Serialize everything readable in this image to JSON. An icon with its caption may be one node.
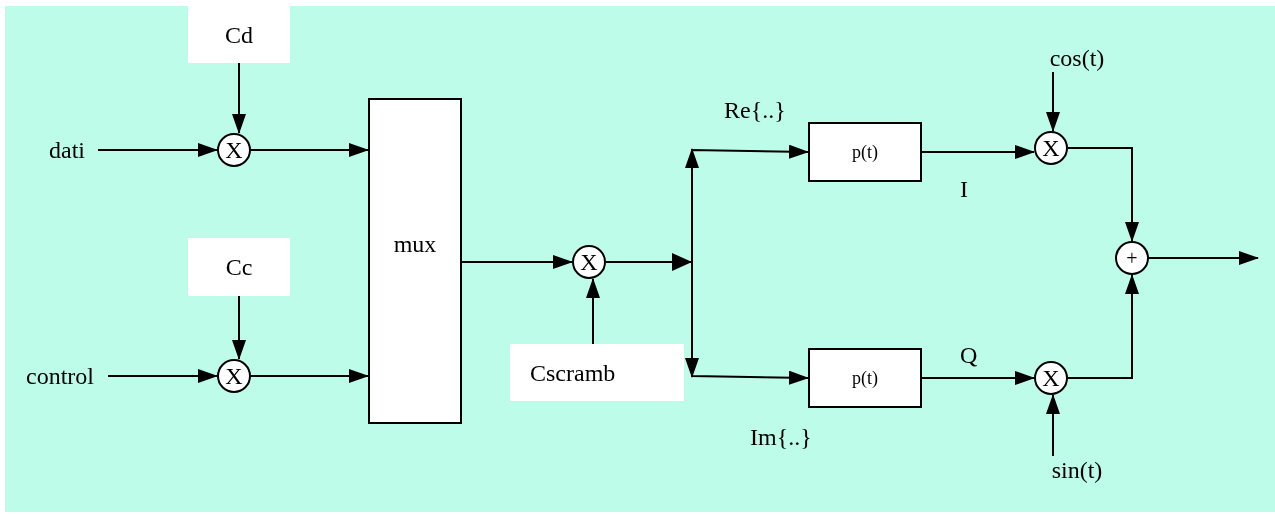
{
  "diagram": {
    "nodes": [
      {
        "text": [
          "Cd"
        ]
      },
      {
        "text": [
          "dati"
        ]
      },
      {
        "text": [
          "X"
        ]
      },
      {
        "text": [
          "Cc"
        ]
      },
      {
        "text": [
          "control"
        ]
      },
      {
        "text": [
          "X"
        ]
      },
      {
        "text": [
          "mux"
        ]
      },
      {
        "text": [
          "X"
        ]
      },
      {
        "text": [
          "Cscramb"
        ]
      },
      {
        "text": [
          "p(t)"
        ]
      },
      {
        "text": [
          "p(t)"
        ]
      },
      {
        "text": [
          "cos(t)"
        ]
      },
      {
        "text": [
          "X"
        ]
      },
      {
        "text": [
          "sin(t)"
        ]
      },
      {
        "text": [
          "X"
        ]
      },
      {
        "text": [
          "+"
        ]
      }
    ],
    "edges": [
      {
        "from": 0,
        "to": 2,
        "arrow": "to"
      },
      {
        "from": 1,
        "to": 2,
        "arrow": "to"
      },
      {
        "from": 3,
        "to": 5,
        "arrow": "to"
      },
      {
        "from": 4,
        "to": 5,
        "arrow": "to"
      },
      {
        "from": 2,
        "to": 6,
        "arrow": "to"
      },
      {
        "from": 5,
        "to": 6,
        "arrow": "to"
      },
      {
        "from": 6,
        "to": 7,
        "arrow": "to"
      },
      {
        "from": 8,
        "to": 7,
        "arrow": "to"
      },
      {
        "from": 7,
        "to": 9,
        "arrow": "to",
        "label": "Re{..}"
      },
      {
        "from": 7,
        "to": 10,
        "arrow": "to",
        "label": "Im{..}"
      },
      {
        "from": 9,
        "to": 12,
        "arrow": "to",
        "label": "I"
      },
      {
        "from": 10,
        "to": 14,
        "arrow": "to",
        "label": "Q"
      },
      {
        "from": 11,
        "to": 12,
        "arrow": "to"
      },
      {
        "from": 13,
        "to": 14,
        "arrow": "to"
      },
      {
        "from": 12,
        "to": 15,
        "arrow": "to"
      },
      {
        "from": 14,
        "to": 15,
        "arrow": "to"
      },
      {
        "from": 15,
        "to": null,
        "arrow": "to"
      }
    ]
  }
}
